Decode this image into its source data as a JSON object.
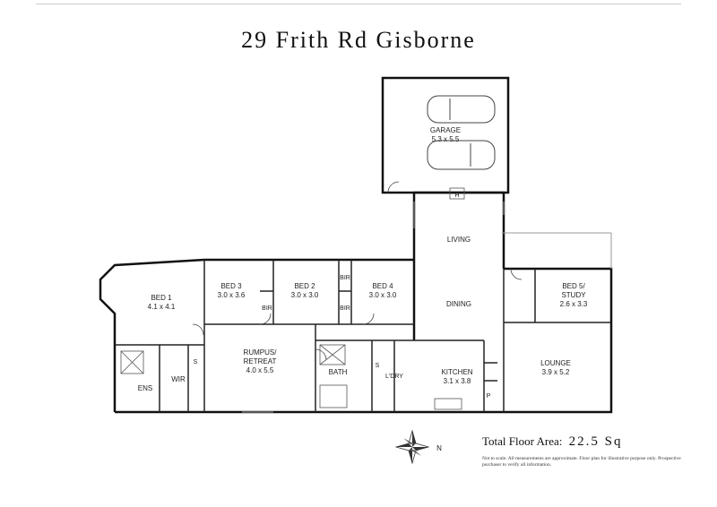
{
  "title": "29 Frith Rd Gisborne",
  "rooms": {
    "garage": {
      "name": "GARAGE",
      "dims": "5.3 x 5.5"
    },
    "living": {
      "name": "LIVING"
    },
    "dining": {
      "name": "DINING"
    },
    "bed1": {
      "name": "BED 1",
      "dims": "4.1 x 4.1"
    },
    "bed3": {
      "name": "BED 3",
      "dims": "3.0 x 3.6"
    },
    "bed2": {
      "name": "BED 2",
      "dims": "3.0 x 3.0"
    },
    "bed4": {
      "name": "BED 4",
      "dims": "3.0 x 3.0"
    },
    "bed5": {
      "name": "BED 5/",
      "name2": "STUDY",
      "dims": "2.6 x 3.3"
    },
    "rumpus": {
      "name": "RUMPUS/",
      "name2": "RETREAT",
      "dims": "4.0 x 5.5"
    },
    "kitchen": {
      "name": "KITCHEN",
      "dims": "3.1 x 3.8"
    },
    "lounge": {
      "name": "LOUNGE",
      "dims": "3.9 x 5.2"
    },
    "bath": {
      "name": "BATH"
    },
    "ens": {
      "name": "ENS"
    },
    "wir": {
      "name": "WIR"
    },
    "laundry": {
      "name": "L'DRY"
    },
    "bir_a": {
      "name": "BIR"
    },
    "bir_b": {
      "name": "BIR"
    },
    "bir_c": {
      "name": "BIR"
    },
    "store_a": {
      "name": "S"
    },
    "store_b": {
      "name": "S"
    },
    "pantry": {
      "name": "P"
    },
    "hearth": {
      "name": "H"
    }
  },
  "compass_label": "N",
  "total_area": {
    "label": "Total Floor Area:",
    "value": "22.5 Sq"
  },
  "disclaimer": "Not to scale. All measurements are approximate. Floor plan for illustrative purpose only. Prospective purchaser to verify all information."
}
